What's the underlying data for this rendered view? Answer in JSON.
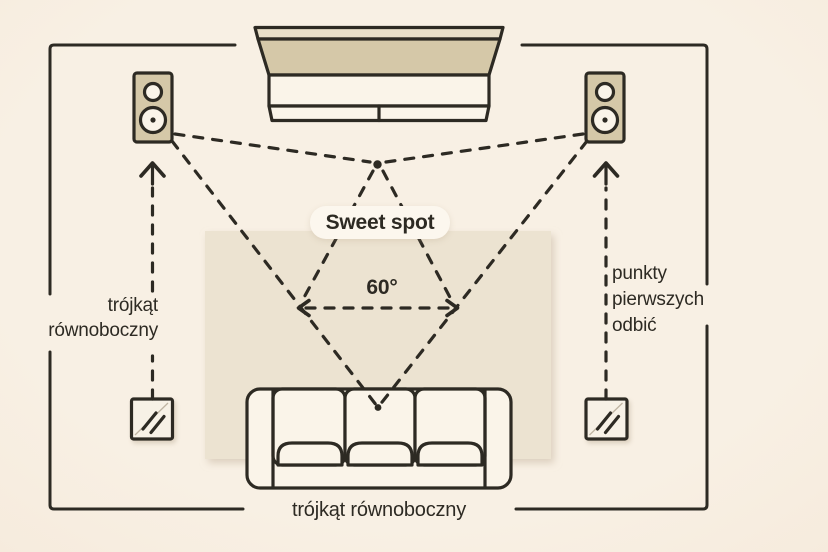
{
  "title": "Stereo speaker placement diagram (top-down room view)",
  "labels": {
    "sweet_spot": "Sweet spot",
    "angle": "60°",
    "left_note": "trójkąt\nrównoboczny",
    "right_note": "punkty\npierwszych\nodbić",
    "bottom_note": "trójkąt równoboczny"
  },
  "colors": {
    "background": "#f8f0e4",
    "background_edge": "#f3e2d0",
    "ink": "#2d2a23",
    "tan": "#d5c8a8",
    "tan_light": "#e9dfc8",
    "cream": "#faf4e9",
    "rug": "#ece3d1",
    "label_bg": "#fcf7ee",
    "mirror_glass": "#f7f1e6",
    "glass_line": "#bfb4a2"
  },
  "diagram": {
    "angle_degrees": 60,
    "elements": [
      "room-outline",
      "tv",
      "left-speaker",
      "right-speaker",
      "rug",
      "sofa",
      "acoustic-panel-left",
      "acoustic-panel-right",
      "sweet-spot-dot",
      "listening-position-dot",
      "speaker-triangle-dashed-lines",
      "angle-measure-arrow",
      "first-reflection-arrow-left",
      "first-reflection-arrow-right"
    ]
  }
}
